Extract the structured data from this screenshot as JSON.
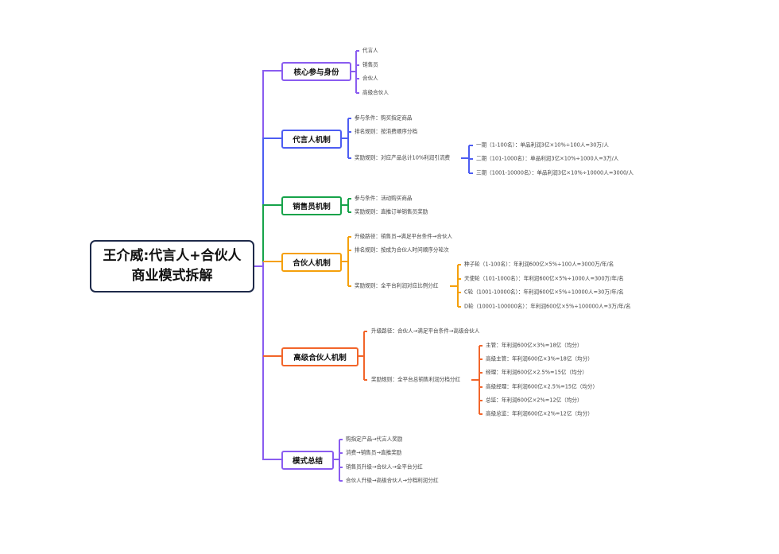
{
  "root": {
    "line1": "王介威:代言人+合伙人",
    "line2": "商业模式拆解"
  },
  "colors": {
    "purple": "#8a5cf0",
    "blue": "#4d5df2",
    "green": "#16a34a",
    "orange": "#f5a00b",
    "red_orange": "#f2652a",
    "root_border": "#1e2a4a"
  },
  "branches": {
    "core": {
      "label": "核心参与身份",
      "items": [
        "代言人",
        "销售员",
        "合伙人",
        "高级合伙人"
      ]
    },
    "ambassador": {
      "label": "代言人机制",
      "items": [
        "参与条件：购买指定商品",
        "排名规则：按消费顺序分档",
        "奖励规则：对应产品总计10%利润引流费"
      ],
      "sub": [
        "一期（1-100名）：单品利润3亿×10%÷100人=30万/人",
        "二期（101-1000名）：单品利润3亿×10%÷1000人=3万/人",
        "三期（1001-10000名）：单品利润3亿×10%÷10000人=3000/人"
      ]
    },
    "seller": {
      "label": "销售员机制",
      "items": [
        "参与条件：活动购买商品",
        "奖励规则：直推订单销售员奖励"
      ]
    },
    "partner": {
      "label": "合伙人机制",
      "items": [
        "升级路径：销售员→满足平台条件→合伙人",
        "排名规则：按成为合伙人时间顺序分轮次",
        "奖励规则：全平台利润对应比例分红"
      ],
      "sub": [
        "种子轮（1-100名）：年利润600亿×5%÷100人=3000万/年/名",
        "天使轮（101-1000名）：年利润600亿×5%÷1000人=300万/年/名",
        "C轮（1001-10000名）：年利润600亿×5%÷10000人=30万/年/名",
        "D轮（10001-100000名）：年利润600亿×5%÷100000人=3万/年/名"
      ]
    },
    "senior": {
      "label": "高级合伙人机制",
      "items": [
        "升级路径：合伙人→满足平台条件→高级合伙人",
        "奖励规则：全平台总销售利润分档分红"
      ],
      "sub": [
        "主管：年利润600亿×3%=18亿（均分）",
        "高级主管：年利润600亿×3%=18亿（均分）",
        "经理：年利润600亿×2.5%=15亿（均分）",
        "高级经理：年利润600亿×2.5%=15亿（均分）",
        "总监：年利润600亿×2%=12亿（均分）",
        "高级总监：年利润600亿×2%=12亿（均分）"
      ]
    },
    "summary": {
      "label": "模式总结",
      "items": [
        "购指定产品→代言人奖励",
        "消费→销售员→直推奖励",
        "销售员升级→合伙人→全平台分红",
        "合伙人升级→高级合伙人→分档利润分红"
      ]
    }
  }
}
